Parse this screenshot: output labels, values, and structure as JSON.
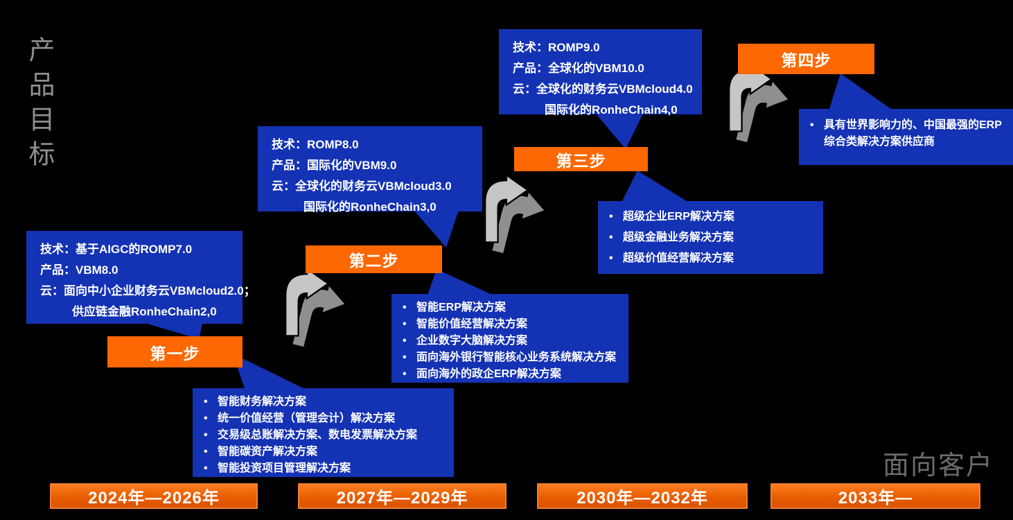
{
  "labels": {
    "product_goal": "产品目标",
    "customer_facing": "面向客户"
  },
  "colors": {
    "background": "#000000",
    "callout_blue": "#1432b4",
    "step_orange": "#ff6700",
    "timeline_orange": "#e85d00",
    "arrow_gray_front": "#c6c6c6",
    "arrow_gray_back": "#8f8f8f",
    "text_white": "#ffffff",
    "side_label_gray": "#8e8e8e"
  },
  "steps": [
    {
      "label": "第一步",
      "info": [
        "技术：基于AIGC的ROMP7.0",
        "产品：VBM8.0",
        "云：面向中小企业财务云VBMcloud2.0；",
        "供应链金融RonheChain2,0"
      ],
      "bullets": [
        "智能财务解决方案",
        "统一价值经营（管理会计）解决方案",
        "交易级总账解决方案、数电发票解决方案",
        "智能碳资产解决方案",
        "智能投资项目管理解决方案"
      ]
    },
    {
      "label": "第二步",
      "info": [
        "技术：ROMP8.0",
        "产品：国际化的VBM9.0",
        "云：全球化的财务云VBMcloud3.0",
        "国际化的RonheChain3,0"
      ],
      "bullets": [
        "智能ERP解决方案",
        "智能价值经营解决方案",
        "企业数字大脑解决方案",
        "面向海外银行智能核心业务系统解决方案",
        "面向海外的政企ERP解决方案"
      ]
    },
    {
      "label": "第三步",
      "info": [
        "技术：ROMP9.0",
        "产品：全球化的VBM10.0",
        "云：全球化的财务云VBMcloud4.0",
        "国际化的RonheChain4,0"
      ],
      "bullets": [
        "超级企业ERP解决方案",
        "超级金融业务解决方案",
        "超级价值经营解决方案"
      ]
    },
    {
      "label": "第四步",
      "bullets": [
        "具有世界影响力的、中国最强的ERP综合类解决方案供应商"
      ]
    }
  ],
  "timeline": [
    "2024年—2026年",
    "2027年—2029年",
    "2030年—2032年",
    "2033年—"
  ]
}
